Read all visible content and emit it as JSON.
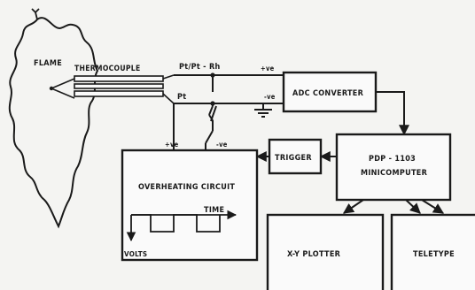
{
  "diagram": {
    "flame_label": "FLAME",
    "thermocouple_label": "THERMOCOUPLE",
    "wire_top_label": "Pt/Pt - Rh",
    "wire_bottom_label": "Pt",
    "adc_label": "ADC CONVERTER",
    "adc_plus_label": "+ve",
    "adc_minus_label": "-ve",
    "trigger_label": "TRIGGER",
    "computer_line1": "PDP - 1103",
    "computer_line2": "MINICOMPUTER",
    "overheat_label": "OVERHEATING CIRCUIT",
    "overheat_plus_label": "+ve",
    "overheat_minus_label": "-ve",
    "time_label": "TIME",
    "volts_label": "VOLTS",
    "plotter_label": "X-Y PLOTTER",
    "teletype_label": "TELETYPE"
  }
}
